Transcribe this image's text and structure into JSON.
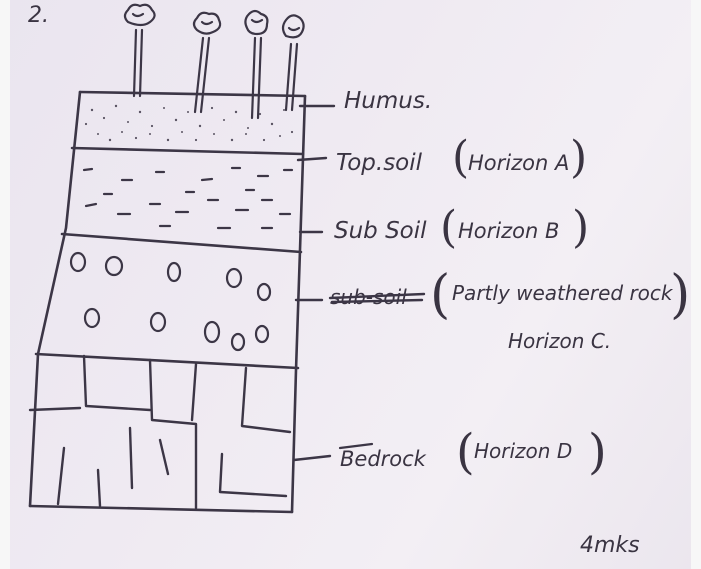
{
  "diagram": {
    "top_mark": "2.",
    "labels": {
      "humus": "Humus.",
      "topsoil": "Top.soil",
      "topsoil_horizon": "Horizon A",
      "subsoil": "Sub Soil",
      "subsoil_horizon": "Horizon B",
      "third_layer": "sub-soil",
      "third_desc_line1": "Partly weathered rock",
      "third_desc_line2": "Horizon C.",
      "bedrock": "Bedrock",
      "bedrock_horizon": "Horizon D",
      "marks": "4mks"
    },
    "ink_color": "#3a3442",
    "paper_color": "#ece7f0"
  }
}
